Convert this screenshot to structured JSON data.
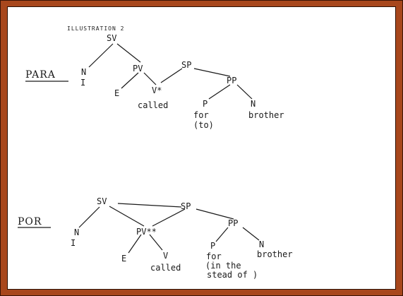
{
  "caption": "ILLUSTRATION 2",
  "colors": {
    "frame": "#a8471c",
    "ink": "#1a1a1a",
    "background": "#ffffff"
  },
  "trees": [
    {
      "heading": "PARA",
      "nodes": {
        "sv": "SV",
        "n": "N",
        "i": "I",
        "pv": "PV",
        "e": "E",
        "v": "V*",
        "called": "called",
        "sp": "SP",
        "pp": "PP",
        "p": "P",
        "for": "for",
        "to": "(to)",
        "n2": "N",
        "brother": "brother"
      }
    },
    {
      "heading": "POR",
      "nodes": {
        "sv": "SV",
        "n": "N",
        "i": "I",
        "pv": "PV**",
        "e": "E",
        "v": "V",
        "called": "called",
        "sp": "SP",
        "pp": "PP",
        "p": "P",
        "for": "for",
        "instead": "(in the",
        "stead": "stead of )",
        "n2": "N",
        "brother": "brother"
      }
    }
  ]
}
